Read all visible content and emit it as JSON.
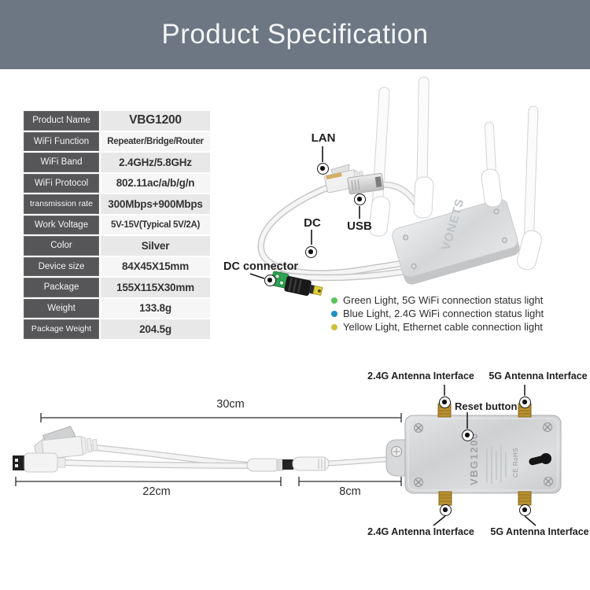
{
  "header": {
    "title": "Product Specification"
  },
  "spec_table": {
    "rows": [
      {
        "label": "Product Name",
        "value": "VBG1200"
      },
      {
        "label": "WiFi Function",
        "value": "Repeater/Bridge/Router"
      },
      {
        "label": "WiFi Band",
        "value": "2.4GHz/5.8GHz"
      },
      {
        "label": "WiFi Protocol",
        "value": "802.11ac/a/b/g/n"
      },
      {
        "label": "transmission rate",
        "value": "300Mbps+900Mbps"
      },
      {
        "label": "Work Voltage",
        "value": "5V-15V(Typical 5V/2A)"
      },
      {
        "label": "Color",
        "value": "Silver"
      },
      {
        "label": "Device size",
        "value": "84X45X15mm"
      },
      {
        "label": "Package",
        "value": "155X115X30mm"
      },
      {
        "label": "Weight",
        "value": "133.8g"
      },
      {
        "label": "Package Weight",
        "value": "204.5g"
      }
    ]
  },
  "photo": {
    "brand": "VONETS",
    "labels": {
      "lan": "LAN",
      "dc": "DC",
      "usb": "USB",
      "dc_connector": "DC connector"
    }
  },
  "legend": {
    "items": [
      {
        "color": "#5cc25c",
        "text": "Green Light, 5G WiFi connection status light"
      },
      {
        "color": "#2090c2",
        "text": "Blue Light, 2.4G WiFi connection status light"
      },
      {
        "color": "#ccc13a",
        "text": "Yellow Light, Ethernet cable connection light"
      }
    ]
  },
  "diagram": {
    "antenna_24g_label": "2.4G Antenna Interface",
    "antenna_5g_label": "5G Antenna Interface",
    "reset_label": "Reset button",
    "device_model": "VBG1200",
    "device_marks": "CE RoHS",
    "dims": {
      "total": "30cm",
      "cable": "22cm",
      "dc_segment": "8cm"
    }
  }
}
